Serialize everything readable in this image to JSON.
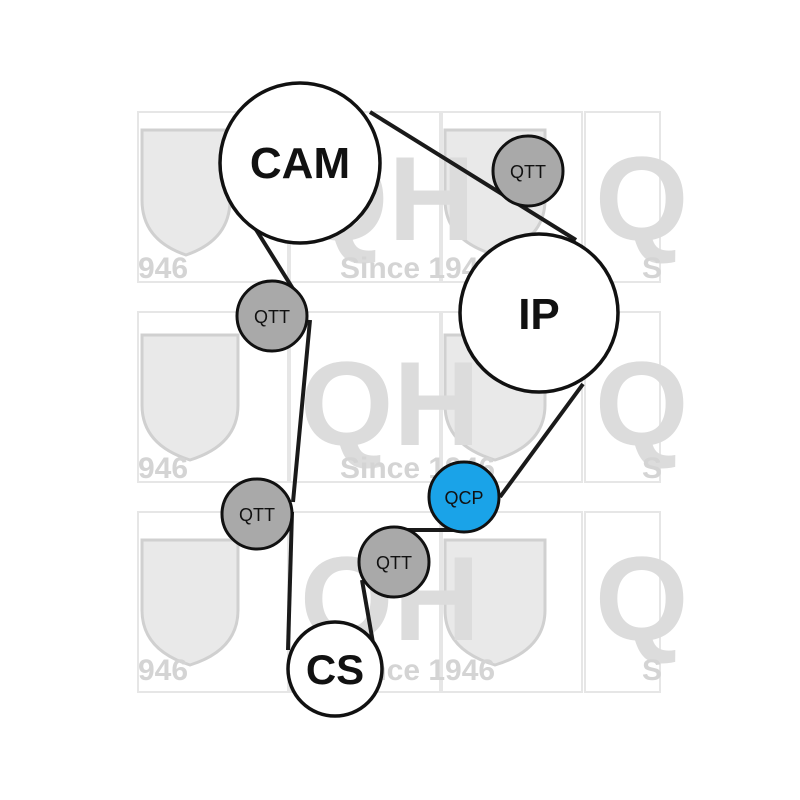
{
  "watermark": {
    "brand": "QH",
    "tagline": "Since 1946",
    "fragment_left": "946",
    "fragment_right": "S",
    "fill_color": "#d4d4d4"
  },
  "diagram": {
    "belt_color": "#1a1a1a",
    "pulleys": {
      "cam": {
        "label": "CAM",
        "fill": "#ffffff"
      },
      "ip": {
        "label": "IP",
        "fill": "#ffffff"
      },
      "cs": {
        "label": "CS",
        "fill": "#ffffff"
      },
      "qtt_top_right": {
        "label": "QTT",
        "fill": "#a9a9a9"
      },
      "qtt_left_upper": {
        "label": "QTT",
        "fill": "#a9a9a9"
      },
      "qtt_left_lower": {
        "label": "QTT",
        "fill": "#a9a9a9"
      },
      "qtt_bottom_right": {
        "label": "QTT",
        "fill": "#a9a9a9"
      },
      "qcp": {
        "label": "QCP",
        "fill": "#1aa3e8"
      }
    }
  }
}
